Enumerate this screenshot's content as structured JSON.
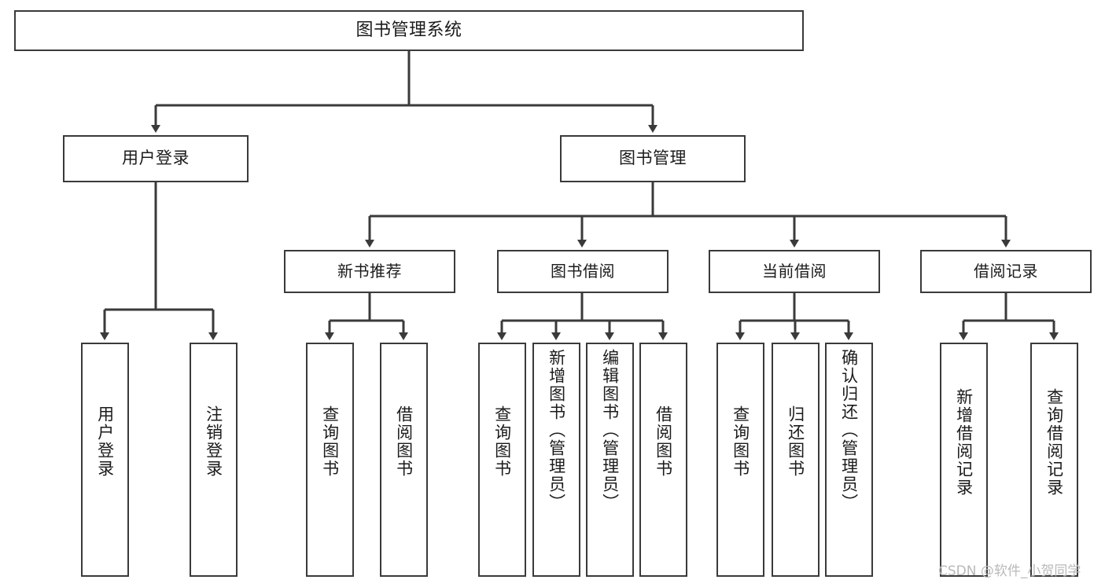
{
  "diagram": {
    "title": "图书管理系统",
    "type": "tree",
    "root": {
      "label": "图书管理系统"
    },
    "level1": [
      {
        "label": "用户登录"
      },
      {
        "label": "图书管理"
      }
    ],
    "level2": [
      {
        "label": "新书推荐"
      },
      {
        "label": "图书借阅"
      },
      {
        "label": "当前借阅"
      },
      {
        "label": "借阅记录"
      }
    ],
    "leaves": {
      "user_login": [
        {
          "label": "用户登录"
        },
        {
          "label": "注销登录"
        }
      ],
      "new_book_rec": [
        {
          "label": "查询图书"
        },
        {
          "label": "借阅图书"
        }
      ],
      "book_borrow": [
        {
          "label": "查询图书"
        },
        {
          "label": "新增图书（管理员）"
        },
        {
          "label": "编辑图书（管理员）"
        },
        {
          "label": "借阅图书"
        }
      ],
      "current_borrow": [
        {
          "label": "查询图书"
        },
        {
          "label": "归还图书"
        },
        {
          "label": "确认归还（管理员）"
        }
      ],
      "borrow_record": [
        {
          "label": "新增借阅记录"
        },
        {
          "label": "查询借阅记录"
        }
      ]
    }
  },
  "watermark": {
    "text": "CSDN @软件_小贺同学"
  },
  "colors": {
    "background": "#ffffff",
    "box_border": "#3a3a3a",
    "box_fill": "#ffffff",
    "text": "#1b1b1b",
    "connector": "#3a3a3a",
    "watermark": "#b9b9b9"
  }
}
